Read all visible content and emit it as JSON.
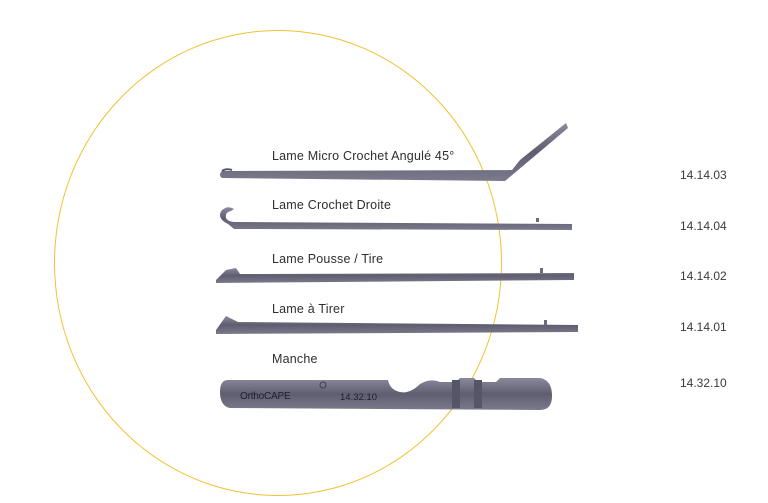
{
  "accent_color": "#f1c232",
  "instrument_color": "#6b6b7d",
  "items": [
    {
      "label": "Lame Micro Crochet Angulé 45°",
      "code": "14.14.03"
    },
    {
      "label": "Lame Crochet Droite",
      "code": "14.14.04"
    },
    {
      "label": "Lame Pousse / Tire",
      "code": "14.14.02"
    },
    {
      "label": "Lame à Tirer",
      "code": "14.14.01"
    },
    {
      "label": "Manche",
      "code": "14.32.10"
    }
  ],
  "handle": {
    "brand": "OrthoCAPE",
    "engraving": "14.32.10"
  }
}
